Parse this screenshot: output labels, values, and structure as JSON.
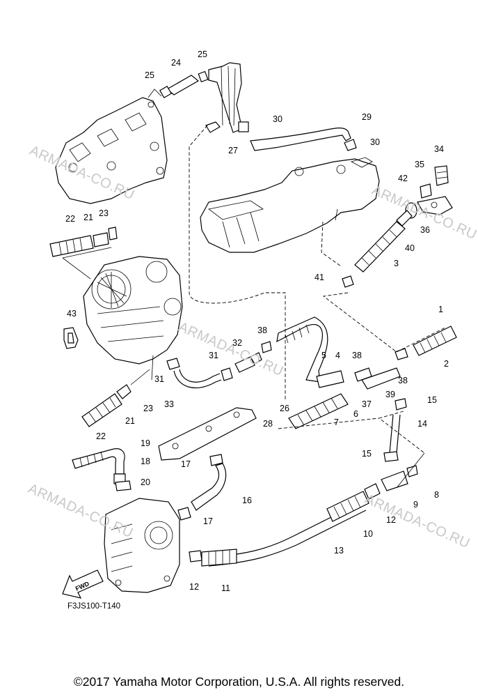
{
  "watermark": {
    "text": "ARMADA-CO.RU",
    "color": "#c8c8c8"
  },
  "callouts": {
    "p1": "1",
    "p2": "2",
    "p3": "3",
    "p4": "4",
    "p5": "5",
    "p6": "6",
    "p7": "7",
    "p8": "8",
    "p9": "9",
    "p10": "10",
    "p11": "11",
    "p12a": "12",
    "p12b": "12",
    "p13": "13",
    "p14": "14",
    "p15a": "15",
    "p15b": "15",
    "p16": "16",
    "p17a": "17",
    "p17b": "17",
    "p18": "18",
    "p19": "19",
    "p20": "20",
    "p21a": "21",
    "p21b": "21",
    "p22a": "22",
    "p22b": "22",
    "p23a": "23",
    "p23b": "23",
    "p24": "24",
    "p25a": "25",
    "p25b": "25",
    "p26": "26",
    "p27": "27",
    "p28": "28",
    "p29": "29",
    "p30a": "30",
    "p30b": "30",
    "p31a": "31",
    "p31b": "31",
    "p32": "32",
    "p33": "33",
    "p34": "34",
    "p35": "35",
    "p36": "36",
    "p37": "37",
    "p38a": "38",
    "p38b": "38",
    "p38c": "38",
    "p39": "39",
    "p40": "40",
    "p41": "41",
    "p42": "42",
    "p43": "43"
  },
  "fwd_label": "FWD",
  "figure_code": "F3JS100-T140",
  "copyright": "©2017 Yamaha Motor Corporation, U.S.A. All rights reserved."
}
